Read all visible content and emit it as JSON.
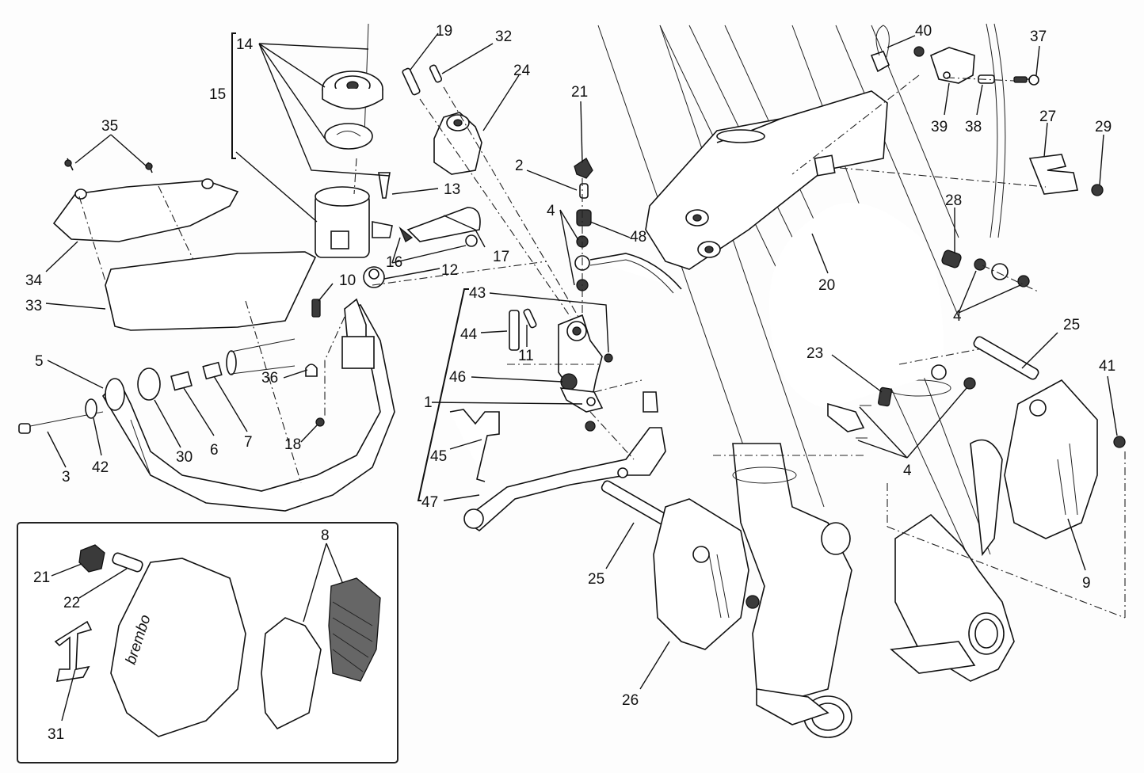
{
  "diagram": {
    "title": "Front brake system exploded view",
    "callouts": [
      {
        "id": "c14",
        "label": "14"
      },
      {
        "id": "c15",
        "label": "15"
      },
      {
        "id": "c35",
        "label": "35"
      },
      {
        "id": "c34",
        "label": "34"
      },
      {
        "id": "c33",
        "label": "33"
      },
      {
        "id": "c13",
        "label": "13"
      },
      {
        "id": "c16",
        "label": "16"
      },
      {
        "id": "c17",
        "label": "17"
      },
      {
        "id": "c12",
        "label": "12"
      },
      {
        "id": "c10",
        "label": "10"
      },
      {
        "id": "c19",
        "label": "19"
      },
      {
        "id": "c32",
        "label": "32"
      },
      {
        "id": "c24",
        "label": "24"
      },
      {
        "id": "c21a",
        "label": "21"
      },
      {
        "id": "c2",
        "label": "2"
      },
      {
        "id": "c4a",
        "label": "4"
      },
      {
        "id": "c48",
        "label": "48"
      },
      {
        "id": "c40",
        "label": "40"
      },
      {
        "id": "c37",
        "label": "37"
      },
      {
        "id": "c39",
        "label": "39"
      },
      {
        "id": "c38",
        "label": "38"
      },
      {
        "id": "c27",
        "label": "27"
      },
      {
        "id": "c29",
        "label": "29"
      },
      {
        "id": "c28",
        "label": "28"
      },
      {
        "id": "c20",
        "label": "20"
      },
      {
        "id": "c4b",
        "label": "4"
      },
      {
        "id": "c25a",
        "label": "25"
      },
      {
        "id": "c41",
        "label": "41"
      },
      {
        "id": "c23",
        "label": "23"
      },
      {
        "id": "c4c",
        "label": "4"
      },
      {
        "id": "c9",
        "label": "9"
      },
      {
        "id": "c43",
        "label": "43"
      },
      {
        "id": "c44",
        "label": "44"
      },
      {
        "id": "c11",
        "label": "11"
      },
      {
        "id": "c46",
        "label": "46"
      },
      {
        "id": "c1",
        "label": "1"
      },
      {
        "id": "c45",
        "label": "45"
      },
      {
        "id": "c47",
        "label": "47"
      },
      {
        "id": "c25b",
        "label": "25"
      },
      {
        "id": "c26",
        "label": "26"
      },
      {
        "id": "c5",
        "label": "5"
      },
      {
        "id": "c36",
        "label": "36"
      },
      {
        "id": "c3",
        "label": "3"
      },
      {
        "id": "c42",
        "label": "42"
      },
      {
        "id": "c30",
        "label": "30"
      },
      {
        "id": "c6",
        "label": "6"
      },
      {
        "id": "c7",
        "label": "7"
      },
      {
        "id": "c18",
        "label": "18"
      }
    ],
    "inset": {
      "callouts": [
        {
          "id": "i21",
          "label": "21"
        },
        {
          "id": "i22",
          "label": "22"
        },
        {
          "id": "i31",
          "label": "31"
        },
        {
          "id": "i8",
          "label": "8"
        }
      ],
      "caliper_text": "brembo"
    }
  },
  "colors": {
    "ink": "#111111",
    "paper": "#fdfdfd",
    "pad_fill": "#666666"
  }
}
